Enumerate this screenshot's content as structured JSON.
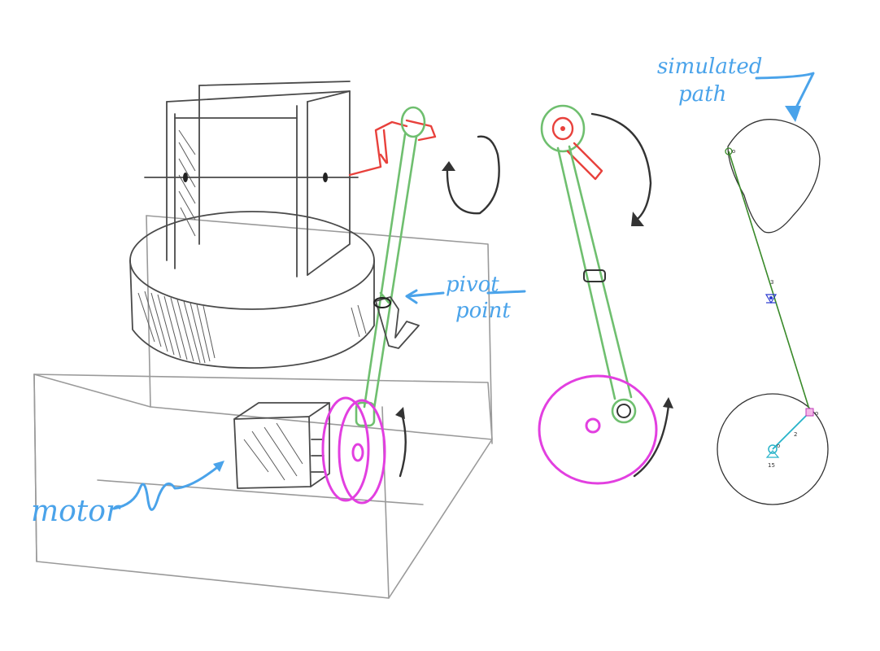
{
  "labels": {
    "simulated_path": [
      "simulated",
      "path"
    ],
    "pivot_point": [
      "pivot",
      "point"
    ],
    "motor": "motor"
  },
  "simulation": {
    "link_label_1": "2",
    "link_label_2": "3",
    "pivot_label": "15",
    "joint_labels": [
      "o",
      "o",
      "o"
    ]
  },
  "colors": {
    "pencil": "#9a9a9a",
    "annotation_blue": "#4aa3ea",
    "linkage_green": "#6fbf6f",
    "crank_red": "#e8413c",
    "wheel_magenta": "#e23fe0",
    "sim_link_green": "#3a8a2a",
    "sim_crank_cyan": "#27b3c9"
  }
}
